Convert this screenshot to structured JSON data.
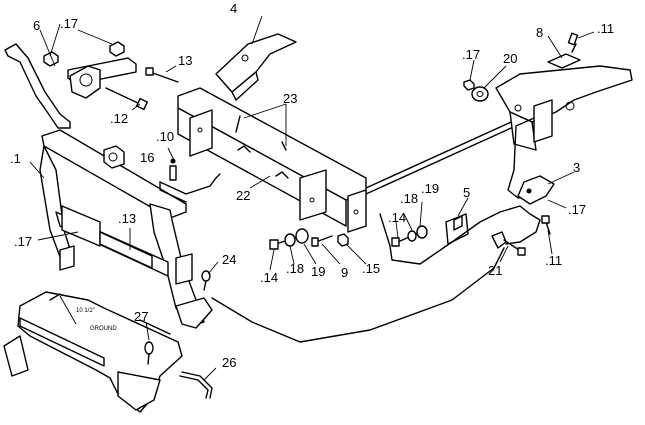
{
  "labels": {
    "l1": ".1",
    "l3": "3",
    "l4": "4",
    "l5": "5",
    "l6": "6",
    "l8": "8",
    "l9": "9",
    "l10": ".10",
    "l11a": ".11",
    "l11b": ".11",
    "l12": ".12",
    "l13a": "13",
    "l13b": ".13",
    "l14a": ".14",
    "l14b": ".14",
    "l15": ".15",
    "l16": "16",
    "l17a": ".17",
    "l17b": ".17",
    "l17c": ".17",
    "l17d": ".17",
    "l18a": ".18",
    "l18b": ".18",
    "l19a": ".19",
    "l19b": "19",
    "l20": "20",
    "l21": "21",
    "l22": "22",
    "l23": "23",
    "l24": "24",
    "l26": "26",
    "l27": "27"
  },
  "annotations": {
    "dim": "10 1/2\"",
    "ground": "GROUND"
  }
}
